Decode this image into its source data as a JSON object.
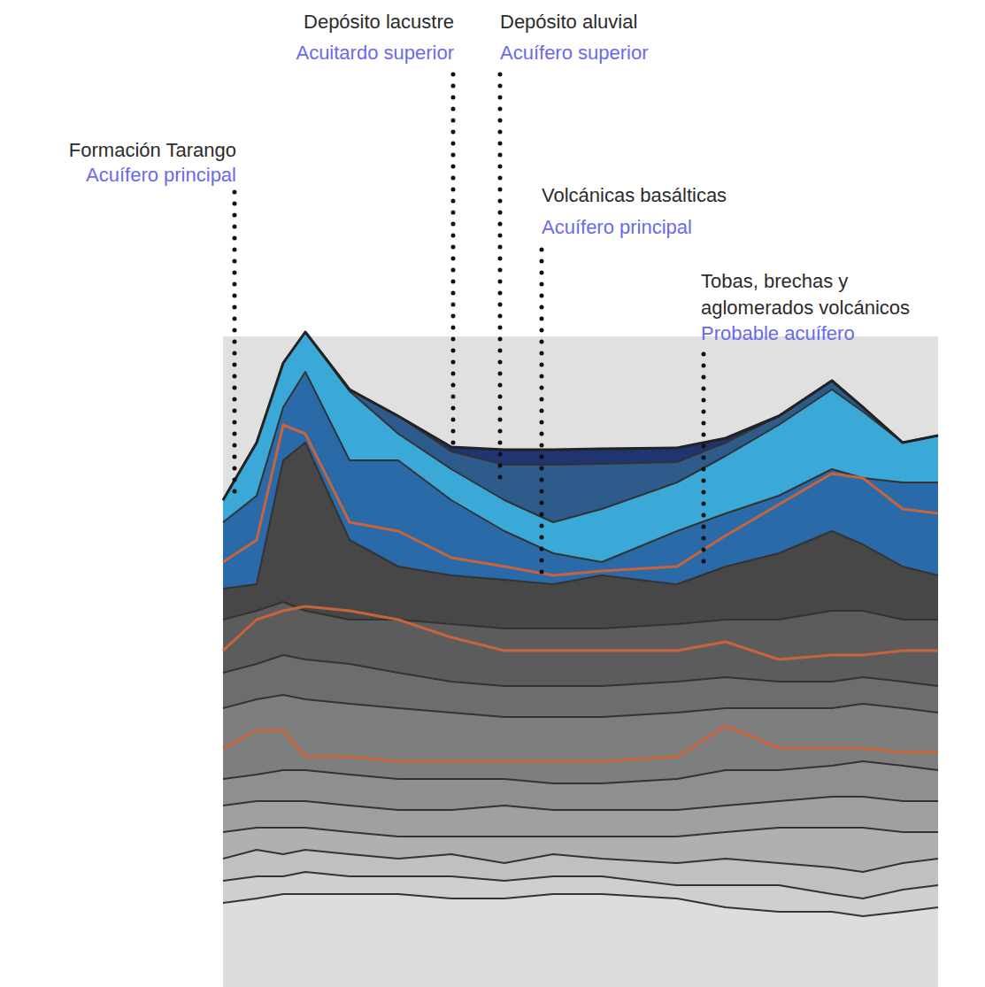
{
  "diagram": {
    "labels": [
      "Formación Tarango",
      "Acuífero principal",
      "Depósito lacustre",
      "Acuitardo superior",
      "Depósito aluvial",
      "Acuífero superior",
      "Volcánicas basálticas",
      "Acuífero principal",
      "Tobas, brechas y aglomerados volcánicos",
      "Probable acuífero"
    ]
  }
}
